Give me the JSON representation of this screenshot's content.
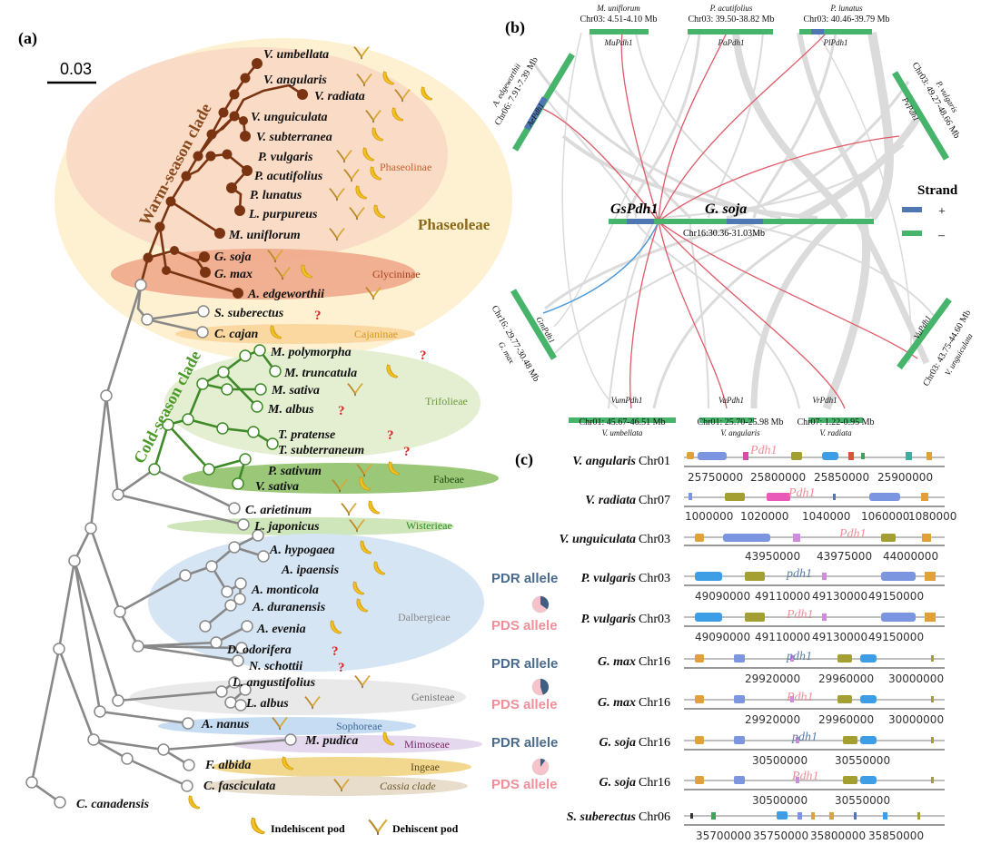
{
  "panels": {
    "a": "(a)",
    "b": "(b)",
    "c": "(c)"
  },
  "scale_bar": "0.03",
  "clades": {
    "warm_season": "Warm-season clade",
    "cold_season": "Cold-season clade",
    "phaseoleae": "Phaseoleae",
    "phaseolinae": "Phaseolinae",
    "glycininae": "Glycininae",
    "cajaninae": "Cajaninae",
    "trifolieae": "Trifolieae",
    "fabeae": "Fabeae",
    "wisterieae": "Wisterieae",
    "dalbergieae": "Dalbergieae",
    "genisteae": "Genisteae",
    "sophoreae": "Sophoreae",
    "mimoseae": "Mimoseae",
    "ingeae": "Ingeae",
    "cassia": "Cassia clade"
  },
  "species": [
    {
      "name": "V. umbellata",
      "pods": "D"
    },
    {
      "name": "V. angularis",
      "pods": "DI"
    },
    {
      "name": "V. radiata",
      "pods": "DI"
    },
    {
      "name": "V. unguiculata",
      "pods": "DI"
    },
    {
      "name": "V. subterranea",
      "pods": "I"
    },
    {
      "name": "P. vulgaris",
      "pods": "DI"
    },
    {
      "name": "P. acutifolius",
      "pods": "DI"
    },
    {
      "name": "P. lunatus",
      "pods": "DI"
    },
    {
      "name": "L. purpureus",
      "pods": "DI"
    },
    {
      "name": "M. uniflorum",
      "pods": "D"
    },
    {
      "name": "G. soja",
      "pods": "D"
    },
    {
      "name": "G. max",
      "pods": "DI"
    },
    {
      "name": "A. edgeworthii",
      "pods": "D"
    },
    {
      "name": "S. suberectus",
      "pods": "?"
    },
    {
      "name": "C. cajan",
      "pods": "I"
    },
    {
      "name": "M. polymorpha",
      "pods": "?"
    },
    {
      "name": "M. truncatula",
      "pods": "I"
    },
    {
      "name": "M. sativa",
      "pods": "D"
    },
    {
      "name": "M. albus",
      "pods": "?"
    },
    {
      "name": "T. pratense",
      "pods": "?"
    },
    {
      "name": "T. subterraneum",
      "pods": "?"
    },
    {
      "name": "P. sativum",
      "pods": "DI"
    },
    {
      "name": "V. sativa",
      "pods": "DI"
    },
    {
      "name": "C. arietinum",
      "pods": "DI"
    },
    {
      "name": "L. japonicus",
      "pods": "D"
    },
    {
      "name": "A. hypogaea",
      "pods": "I"
    },
    {
      "name": "A. ipaensis",
      "pods": "I"
    },
    {
      "name": "A. monticola",
      "pods": "I"
    },
    {
      "name": "A. duranensis",
      "pods": "I"
    },
    {
      "name": "A. evenia",
      "pods": "I"
    },
    {
      "name": "D. odorifera",
      "pods": "?"
    },
    {
      "name": "N. schottii",
      "pods": "?"
    },
    {
      "name": "L. angustifolius",
      "pods": "D"
    },
    {
      "name": "L. albus",
      "pods": "D"
    },
    {
      "name": "A. nanus",
      "pods": "D"
    },
    {
      "name": "M. pudica",
      "pods": "I"
    },
    {
      "name": "F. albida",
      "pods": "I"
    },
    {
      "name": "C. fasciculata",
      "pods": "D"
    },
    {
      "name": "C. canadensis",
      "pods": "I"
    }
  ],
  "question_mark": "?",
  "legend_pods": {
    "indehiscent": "Indehiscent pod",
    "dehiscent": "Dehiscent pod"
  },
  "synteny": {
    "center_gene": "GsPdh1",
    "center_species": "G. soja",
    "center_chr": "Chr16:30.36-31.03Mb",
    "top": [
      {
        "species": "M. uniflorum",
        "chr": "Chr03: 4.51-4.10 Mb",
        "gene": "MuPdh1"
      },
      {
        "species": "P. acutifolius",
        "chr": "Chr03: 39.50-38.82 Mb",
        "gene": "PaPdh1"
      },
      {
        "species": "P. lunatus",
        "chr": "Chr03: 40.46-39.79 Mb",
        "gene": "PlPdh1"
      }
    ],
    "bottom": [
      {
        "gene": "VumPdh1",
        "chr": "Chr01: 45.67-46.51 Mb",
        "species": "V. umbellata"
      },
      {
        "gene": "VaPdh1",
        "chr": "Chr01: 25.70-25.98 Mb",
        "species": "V. angularis"
      },
      {
        "gene": "VrPdh1",
        "chr": "Chr07: 1.22-0.95 Mb",
        "species": "V. radiata"
      }
    ],
    "left_top": {
      "species": "A. edgeworthii",
      "chr": "Chr06: 7.91-7.39 Mb",
      "gene": "AePdh1"
    },
    "right_top": {
      "species": "P. vulgaris",
      "chr": "Chr03: 49.27-48.66 Mb",
      "gene": "PvPdh1"
    },
    "left_bottom": {
      "chr": "Chr16: 29.77-30.48 Mb",
      "species": "G. max",
      "gene": "GmPdh1"
    },
    "right_bottom": {
      "gene": "VuPdh1",
      "chr": "Chr03: 43.75-44.60 Mb",
      "species": "V. unguiculata"
    },
    "strand_title": "Strand",
    "strand_plus": "+",
    "strand_minus": "–",
    "colors": {
      "plus": "#4f78b3",
      "minus": "#46b46a",
      "red": "#e05a67",
      "blue": "#4f9bd8"
    }
  },
  "tracks": [
    {
      "species": "V. angularis",
      "chr": "Chr01",
      "gene": "Pdh1",
      "ticks": [
        "25750000",
        "25800000",
        "25850000",
        "25900000"
      ]
    },
    {
      "species": "V. radiata",
      "chr": "Chr07",
      "gene": "Pdh1",
      "ticks": [
        "1000000",
        "1020000",
        "1040000",
        "1060000",
        "1080000"
      ]
    },
    {
      "species": "V. unguiculata",
      "chr": "Chr03",
      "gene": "Pdh1",
      "ticks": [
        "43950000",
        "43975000",
        "44000000"
      ]
    },
    {
      "species": "P. vulgaris",
      "chr": "Chr03",
      "gene": "pdh1",
      "ticks": [
        "49090000",
        "49110000",
        "49130000",
        "49150000"
      ]
    },
    {
      "species": "P. vulgaris",
      "chr": "Chr03",
      "gene": "Pdh1",
      "ticks": [
        "49090000",
        "49110000",
        "49130000",
        "49150000"
      ]
    },
    {
      "species": "G. max",
      "chr": "Chr16",
      "gene": "pdh1",
      "ticks": [
        "29920000",
        "29960000",
        "30000000"
      ]
    },
    {
      "species": "G. max",
      "chr": "Chr16",
      "gene": "Pdh1",
      "ticks": [
        "29920000",
        "29960000",
        "30000000"
      ]
    },
    {
      "species": "G. soja",
      "chr": "Chr16",
      "gene": "pdh1",
      "ticks": [
        "30500000",
        "30550000"
      ]
    },
    {
      "species": "G. soja",
      "chr": "Chr16",
      "gene": "Pdh1",
      "ticks": [
        "30500000",
        "30550000"
      ]
    },
    {
      "species": "S. suberectus",
      "chr": "Chr06",
      "gene": "",
      "ticks": [
        "35700000",
        "35750000",
        "35800000",
        "35850000"
      ]
    }
  ],
  "allele_labels": {
    "pdr": "PDR allele",
    "pds": "PDS allele"
  },
  "allele_pies": [
    {
      "pdr_fraction": 0.35
    },
    {
      "pdr_fraction": 0.45
    },
    {
      "pdr_fraction": 0.1
    }
  ]
}
